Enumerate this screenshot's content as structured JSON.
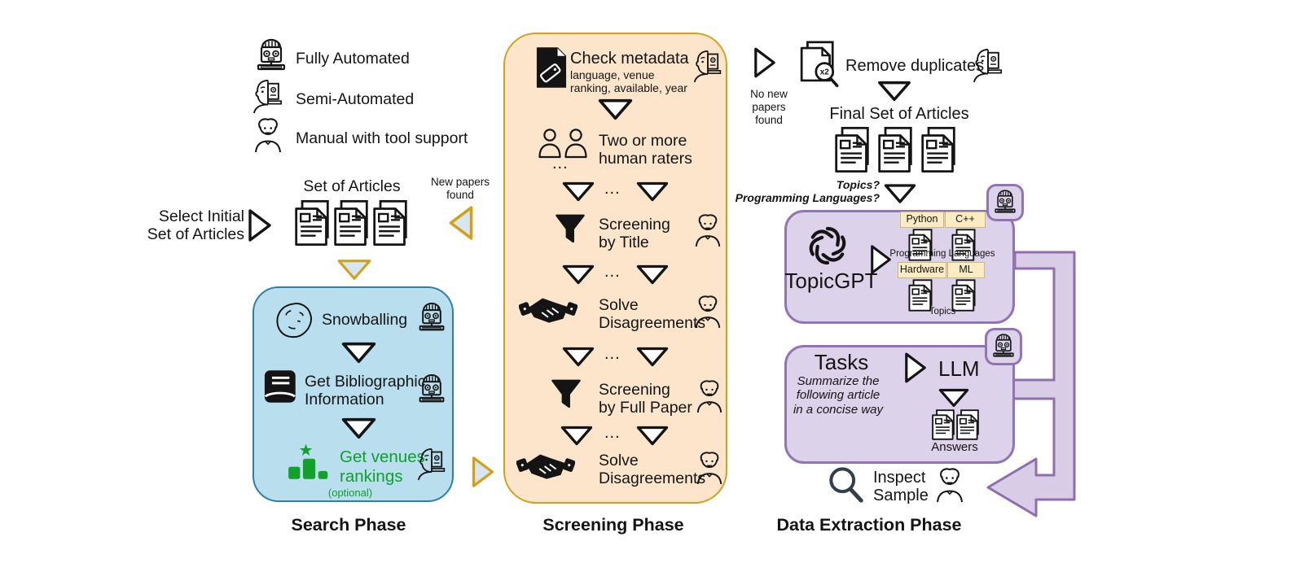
{
  "colors": {
    "blue_fill": "#B9DEEE",
    "blue_border": "#2E7FA8",
    "orange_fill": "#FCE5CB",
    "orange_border": "#D3A118",
    "purple_fill": "#DCD2EA",
    "purple_border": "#9174B4",
    "pipe_fill": "#D9CCE7",
    "pipe_border": "#8E6FAE",
    "tag_fill": "#FBECC3",
    "green": "#0FA02C"
  },
  "legend": {
    "fully_automated": "Fully Automated",
    "semi_automated": "Semi-Automated",
    "manual": "Manual with tool support"
  },
  "search": {
    "select_line1": "Select Initial",
    "select_line2": "Set of Articles",
    "set_of_articles": "Set of Articles",
    "new_papers_line1": "New papers",
    "new_papers_line2": "found",
    "step_snowballing": "Snowballing",
    "step_biblio_line1": "Get Bibliographic",
    "step_biblio_line2": "Information",
    "step_venues_line1": "Get venues",
    "step_venues_line2": "rankings",
    "venues_note": "(optional)",
    "phase_label": "Search Phase"
  },
  "screening": {
    "check_metadata": "Check metadata",
    "metadata_sub_line1": "language, venue",
    "metadata_sub_line2": "ranking, available, year",
    "raters_line1": "Two or more",
    "raters_line2": "human raters",
    "title_line1": "Screening",
    "title_line2": "by Title",
    "solve_line1": "Solve",
    "solve_line2": "Disagreements",
    "fullpaper_line1": "Screening",
    "fullpaper_line2": "by Full Paper",
    "solve2_line1": "Solve",
    "solve2_line2": "Disagreements",
    "ellipsis": "...",
    "phase_label": "Screening Phase"
  },
  "extraction": {
    "no_new_line1": "No new",
    "no_new_line2": "papers",
    "no_new_line3": "found",
    "x2": "x2",
    "remove_duplicates": "Remove duplicates",
    "final_set": "Final Set of Articles",
    "q_topics": "Topics?",
    "q_languages": "Programming Languages?",
    "topicgpt": {
      "name": "TopicGPT",
      "tag_python": "Python",
      "tag_cpp": "C++",
      "tag_hardware": "Hardware",
      "tag_ml": "ML",
      "group_languages": "Programming Languages",
      "group_topics": "Topics"
    },
    "tasks": {
      "title": "Tasks",
      "prompt_line1": "Summarize the",
      "prompt_line2": "following article",
      "prompt_line3": "in a concise way",
      "llm": "LLM",
      "answers": "Answers"
    },
    "inspect_line1": "Inspect",
    "inspect_line2": "Sample",
    "phase_label": "Data Extraction Phase"
  }
}
